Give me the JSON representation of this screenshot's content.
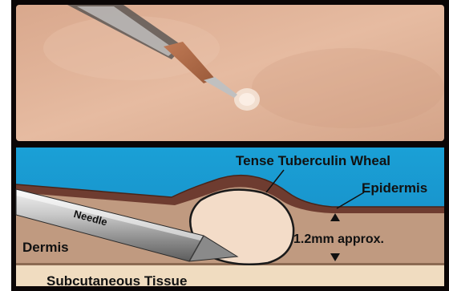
{
  "diagram": {
    "labels": {
      "wheal": "Tense Tuberculin Wheal",
      "epidermis": "Epidermis",
      "needle": "Needle",
      "dermis": "Dermis",
      "depth": "1.2mm approx.",
      "subcutaneous": "Subcutaneous Tissue"
    },
    "colors": {
      "skin_photo": "#e3b59a",
      "background_blue": "#1a9ad0",
      "epidermis": "#6e3c30",
      "dermis": "#c09a80",
      "subcutaneous": "#f0dcc0",
      "wheal_fill": "#f3dcc8",
      "needle_metal": "#b8b8b8"
    }
  }
}
